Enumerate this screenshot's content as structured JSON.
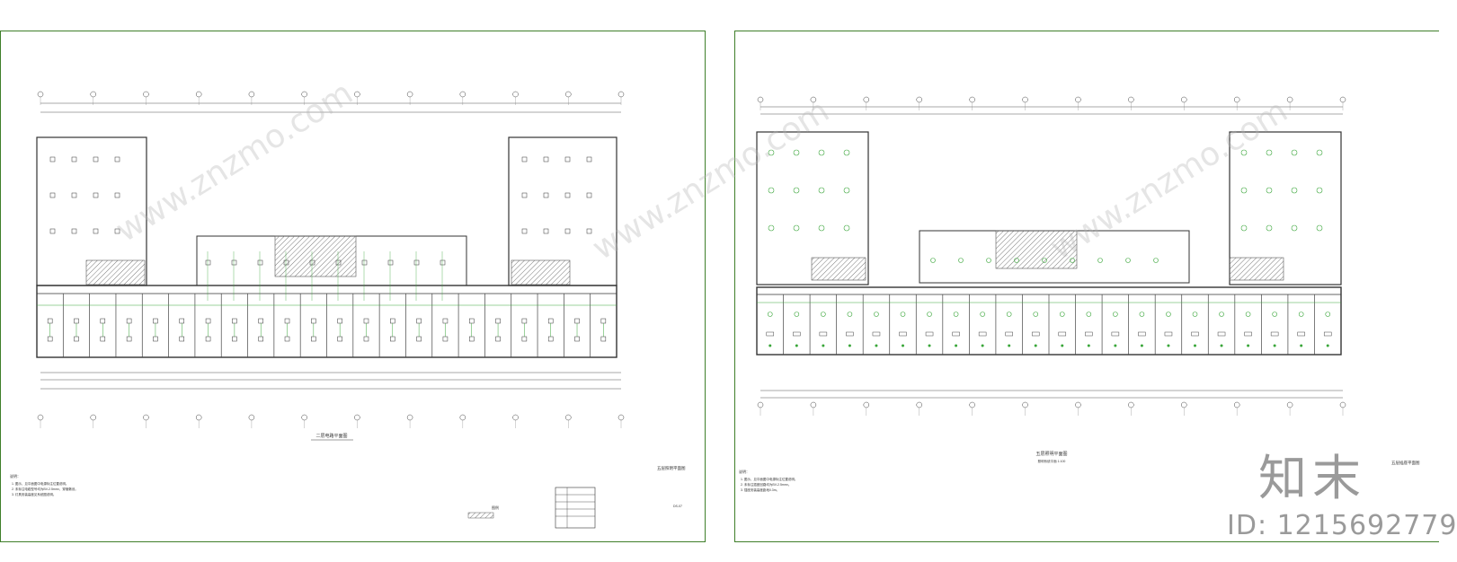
{
  "sheets": [
    {
      "caption": "二层电路平面图",
      "title_block": "五层照明平面图",
      "page_no": "DS-07",
      "legend_title": "图例",
      "notes_heading": "说明：",
      "note_lines": [
        "1. 图示，见平面图中电源标注位置说明。",
        "2. 未标注电缆型号均为BV-2.5mm²，穿管敷设。",
        "3. 灯具安装高度见系统图说明。"
      ]
    },
    {
      "caption": "五层照明平面图",
      "sub_caption": "照明系统平面 1:100",
      "title_block": "五层插座平面图",
      "notes_heading": "说明：",
      "note_lines": [
        "1. 图示，见平面图中电源标注位置说明。",
        "2. 未标注插座回路均为BV-2.5mm²。",
        "3. 插座安装高度距地0.3m。"
      ]
    }
  ],
  "watermark_text": "www.znzmo.com",
  "brand": "知末",
  "id_label": "ID: 1215692779",
  "colors": {
    "frame": "#3f7f2a",
    "line": "#4a4a4a",
    "accent": "#3aa63a",
    "hatch": "#7a7a7a"
  }
}
